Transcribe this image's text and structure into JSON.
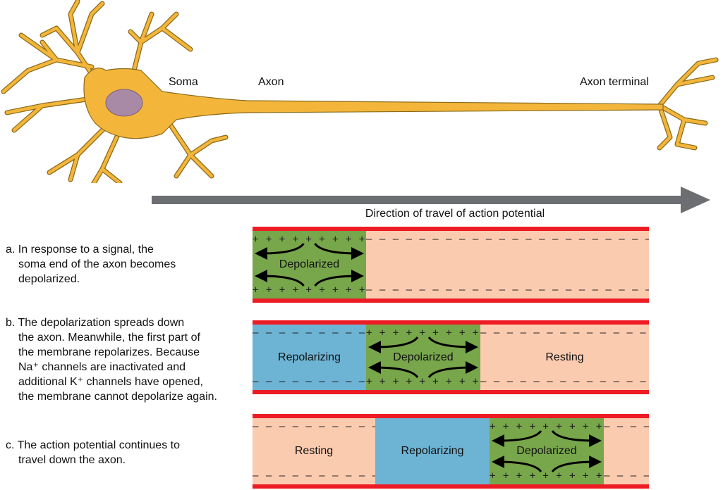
{
  "labels": {
    "soma": "Soma",
    "axon": "Axon",
    "axon_terminal": "Axon terminal",
    "direction": "Direction of travel of action potential"
  },
  "steps": [
    {
      "lines": [
        "a. In response to a signal, the",
        "soma end of the axon becomes",
        "depolarized."
      ]
    },
    {
      "lines": [
        "b. The depolarization spreads down",
        "the axon. Meanwhile, the first part of",
        "the membrane repolarizes. Because",
        "Na⁺ channels are inactivated and",
        "additional K⁺ channels have opened,",
        "the membrane cannot depolarize again."
      ]
    },
    {
      "lines": [
        "c. The action potential continues to",
        "travel down the axon."
      ]
    }
  ],
  "states": {
    "depolarized": "Depolarized",
    "repolarizing": "Repolarizing",
    "resting": "Resting"
  },
  "charges": {
    "plus": "+ + + + + + + + + + +",
    "minus": "– – – – – – – – – – – – – – – – – – – – – – – – – – – – – – – – – –"
  },
  "colors": {
    "membrane": "#ed1c24",
    "depolarized": "#78a64b",
    "repolarizing": "#6db3d3",
    "resting": "#fbcbb0",
    "neuron": "#f3b63a",
    "nucleus": "#a98aa6",
    "arrow": "#6d6e71"
  }
}
